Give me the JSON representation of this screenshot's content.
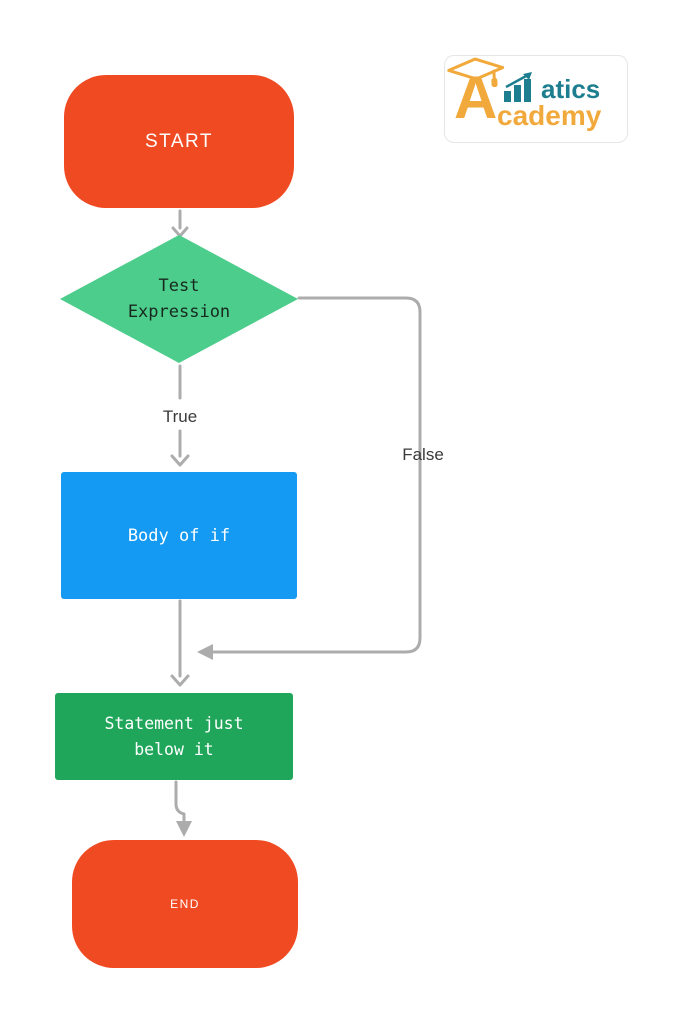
{
  "page": {
    "background_color": "#FFFFFF"
  },
  "logo": {
    "letter_a": "A",
    "word_top": "atics",
    "word_bottom": "cademy",
    "teal_color": "#1D7E8F",
    "orange_color": "#F2A93B",
    "icons": [
      "graduation-cap-icon",
      "bar-chart-arrow-icon"
    ]
  },
  "flowchart": {
    "connector_color": "#ACACAC",
    "label_true": "True",
    "label_false": "False",
    "nodes": {
      "start": {
        "type": "terminator",
        "label": "START",
        "fill": "#F04A23",
        "text_color": "#FFFFFF"
      },
      "decision": {
        "type": "decision",
        "label": "Test Expression",
        "line1": "Test",
        "line2": "Expression",
        "fill": "#4DCD8B",
        "text_color": "#17291F"
      },
      "body": {
        "type": "process",
        "label": "Body of if",
        "fill": "#149AF2",
        "text_color": "#FFFFFF"
      },
      "statement": {
        "type": "process",
        "label": "Statement just below it",
        "line1": "Statement just",
        "line2": "below it",
        "fill": "#1FA65A",
        "text_color": "#FFFFFF"
      },
      "end": {
        "type": "terminator",
        "label": "END",
        "fill": "#F04A23",
        "text_color": "#FFFFFF"
      }
    },
    "edges": [
      {
        "from": "start",
        "to": "decision"
      },
      {
        "from": "decision",
        "to": "body",
        "label": "True"
      },
      {
        "from": "decision",
        "to": "statement",
        "label": "False"
      },
      {
        "from": "body",
        "to": "statement"
      },
      {
        "from": "statement",
        "to": "end"
      }
    ]
  }
}
